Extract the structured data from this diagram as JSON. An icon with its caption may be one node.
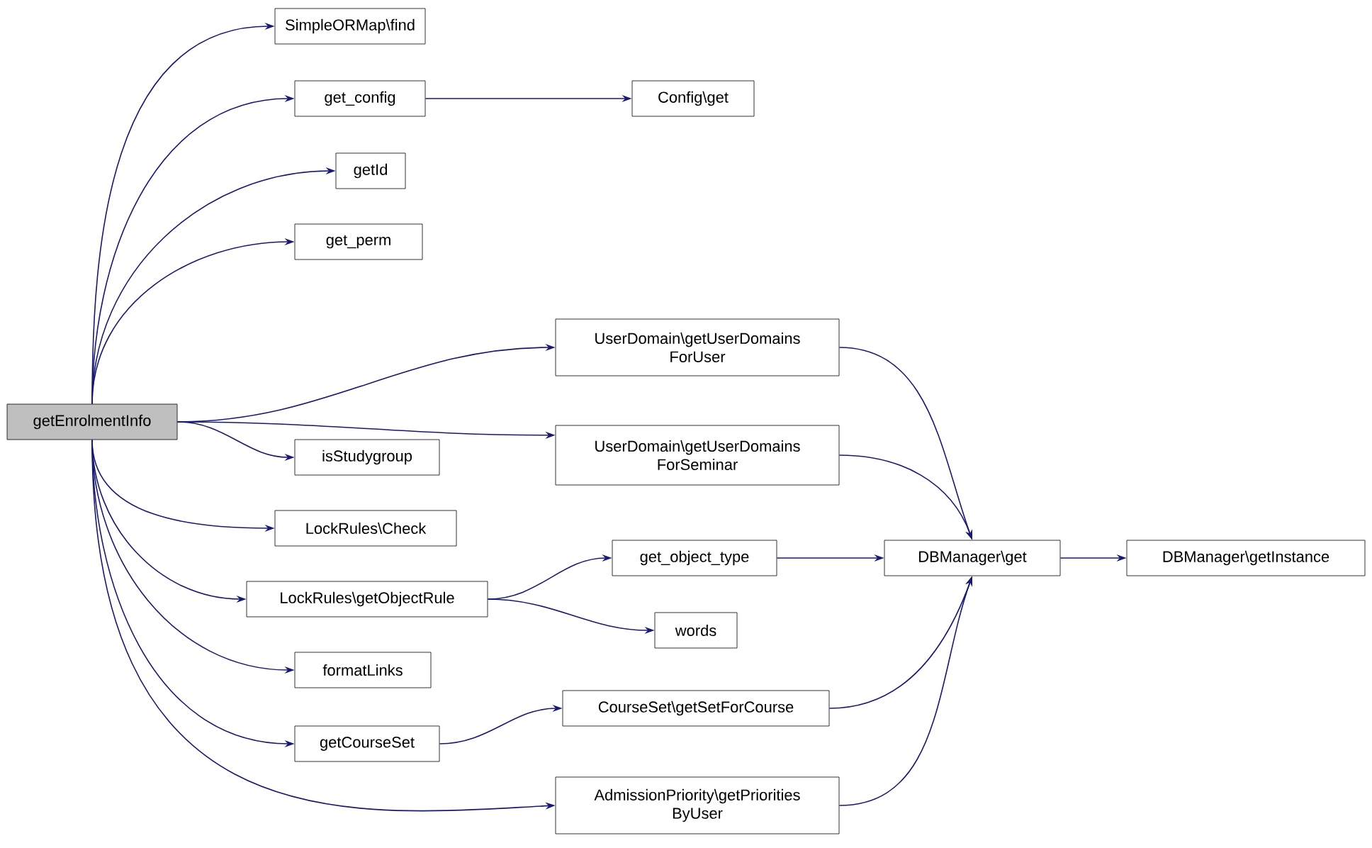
{
  "diagram": {
    "nodes": [
      {
        "text": [
          "getEnrolmentInfo"
        ]
      },
      {
        "text": [
          "SimpleORMap\\find"
        ]
      },
      {
        "text": [
          "get_config"
        ]
      },
      {
        "text": [
          "Config\\get"
        ]
      },
      {
        "text": [
          "getId"
        ]
      },
      {
        "text": [
          "get_perm"
        ]
      },
      {
        "text": [
          "UserDomain\\getUserDomains ForUser"
        ]
      },
      {
        "text": [
          "isStudygroup"
        ]
      },
      {
        "text": [
          "UserDomain\\getUserDomains ForSeminar"
        ]
      },
      {
        "text": [
          "LockRules\\Check"
        ]
      },
      {
        "text": [
          "LockRules\\getObjectRule"
        ]
      },
      {
        "text": [
          "get_object_type"
        ]
      },
      {
        "text": [
          "DBManager\\get"
        ]
      },
      {
        "text": [
          "DBManager\\getInstance"
        ]
      },
      {
        "text": [
          "words"
        ]
      },
      {
        "text": [
          "formatLinks"
        ]
      },
      {
        "text": [
          "getCourseSet"
        ]
      },
      {
        "text": [
          "CourseSet\\getSetForCourse"
        ]
      },
      {
        "text": [
          "AdmissionPriority\\getPriorities ByUser"
        ]
      }
    ],
    "edges": [
      {
        "from": 0,
        "to": 1,
        "arrow": "to"
      },
      {
        "from": 0,
        "to": 2,
        "arrow": "to"
      },
      {
        "from": 0,
        "to": 4,
        "arrow": "to"
      },
      {
        "from": 0,
        "to": 5,
        "arrow": "to"
      },
      {
        "from": 0,
        "to": 6,
        "arrow": "to"
      },
      {
        "from": 0,
        "to": 7,
        "arrow": "to"
      },
      {
        "from": 0,
        "to": 8,
        "arrow": "to"
      },
      {
        "from": 0,
        "to": 9,
        "arrow": "to"
      },
      {
        "from": 0,
        "to": 10,
        "arrow": "to"
      },
      {
        "from": 0,
        "to": 15,
        "arrow": "to"
      },
      {
        "from": 0,
        "to": 16,
        "arrow": "to"
      },
      {
        "from": 0,
        "to": 18,
        "arrow": "to"
      },
      {
        "from": 2,
        "to": 3,
        "arrow": "to"
      },
      {
        "from": 6,
        "to": 12,
        "arrow": "to"
      },
      {
        "from": 8,
        "to": 12,
        "arrow": "to"
      },
      {
        "from": 10,
        "to": 11,
        "arrow": "to"
      },
      {
        "from": 10,
        "to": 14,
        "arrow": "to"
      },
      {
        "from": 11,
        "to": 12,
        "arrow": "to"
      },
      {
        "from": 12,
        "to": 13,
        "arrow": "to"
      },
      {
        "from": 16,
        "to": 17,
        "arrow": "to"
      },
      {
        "from": 17,
        "to": 12,
        "arrow": "to"
      },
      {
        "from": 18,
        "to": 12,
        "arrow": "to"
      }
    ]
  }
}
